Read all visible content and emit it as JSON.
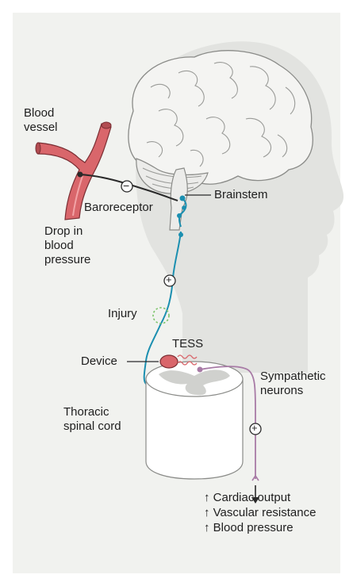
{
  "labels": {
    "blood_vessel": "Blood\nvessel",
    "baroreceptor": "Baroreceptor",
    "brainstem": "Brainstem",
    "drop_bp": "Drop in\nblood\npressure",
    "injury": "Injury",
    "tess": "TESS",
    "device": "Device",
    "sympathetic": "Sympathetic\nneurons",
    "thoracic": "Thoracic\nspinal cord",
    "minus_sign": "−",
    "plus_sign": "+"
  },
  "outcomes": [
    "↑ Cardiac output",
    "↑ Vascular resistance",
    "↑ Blood pressure"
  ],
  "colors": {
    "background": "#f1f2ef",
    "head": "#e2e3e0",
    "brain": "#f4f4f2",
    "vessel": "#d9666b",
    "nerve_blue": "#1b8fb0",
    "sympathetic_purple": "#a87ba6",
    "device": "#d9666b",
    "spinal_cord_shadow": "#d0d1ce",
    "arrow_dark": "#2a2a2a"
  }
}
